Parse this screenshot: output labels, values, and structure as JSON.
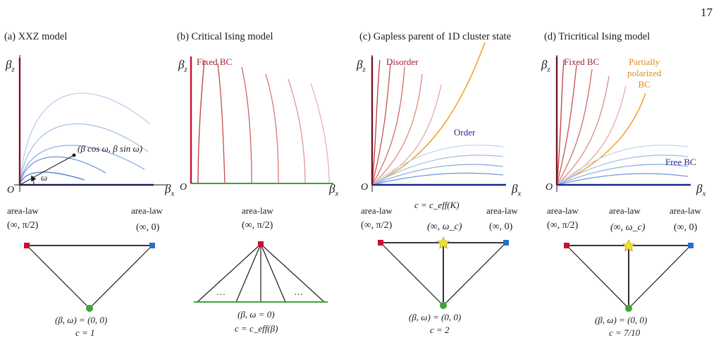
{
  "page_number": "17",
  "colors": {
    "red": "#c8102e",
    "blue": "#1a2a8a",
    "green": "#3aa637",
    "orange": "#f0a020",
    "lightblue": "#9ab8e8",
    "pinkred": "#d05050",
    "yellow": "#f2e227",
    "nodeblue": "#2a6ec9"
  },
  "panels": [
    {
      "title": "(a) XXZ model",
      "axis_x": "β",
      "axis_x_sub": "x",
      "axis_y": "β",
      "axis_y_sub": "z",
      "origin": "O",
      "point_label": "(β cos ω, β sin ω)",
      "angle_label": "ω",
      "bottom": {
        "left_node": "area-law",
        "left_coord": "(∞, π/2)",
        "right_node": "area-law",
        "right_coord": "(∞, 0)",
        "start": "(β, ω) = (0, 0)",
        "central_charge": "c = 1"
      }
    },
    {
      "title": "(b) Critical Ising model",
      "axis_x": "β",
      "axis_x_sub": "x",
      "axis_y": "β",
      "axis_y_sub": "z",
      "origin": "O",
      "region_label": "Fixed BC",
      "bottom": {
        "top_node": "area-law",
        "top_coord": "(∞, π/2)",
        "ellipsis": "…",
        "start": "(β, ω = 0)",
        "central_charge": "c = c_eff(β)"
      }
    },
    {
      "title": "(c) Gapless parent of 1D cluster state",
      "axis_x": "β",
      "axis_x_sub": "x",
      "axis_y": "β",
      "axis_y_sub": "z",
      "origin": "O",
      "region_top": "Disorder",
      "region_bottom": "Order",
      "bottom": {
        "left_node": "area-law",
        "left_coord": "(∞, π/2)",
        "mid_label": "c = c_eff(K)",
        "mid_coord": "(∞, ω_c)",
        "right_node": "area-law",
        "right_coord": "(∞, 0)",
        "start": "(β, ω) = (0, 0)",
        "central_charge": "c = 2"
      }
    },
    {
      "title": "(d) Tricritical Ising model",
      "axis_x": "β",
      "axis_x_sub": "x",
      "axis_y": "β",
      "axis_y_sub": "z",
      "origin": "O",
      "region_top": "Fixed BC",
      "region_mid": "Partially polarized BC",
      "region_mid_lines": [
        "Partially",
        "polarized",
        "BC"
      ],
      "region_bottom": "Free BC",
      "bottom": {
        "left_node": "area-law",
        "left_coord": "(∞, π/2)",
        "mid_node": "area-law",
        "mid_coord": "(∞, ω_c)",
        "right_node": "area-law",
        "right_coord": "(∞, 0)",
        "start": "(β, ω) = (0, 0)",
        "central_charge": "c = 7/10"
      }
    }
  ]
}
